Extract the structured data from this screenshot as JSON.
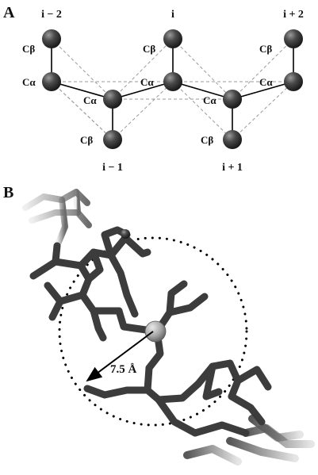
{
  "panel_a": {
    "label": "A",
    "indices": [
      "i − 2",
      "i",
      "i + 2",
      "i − 1",
      "i + 1"
    ],
    "atoms": {
      "cb": "Cβ",
      "ca": "Cα"
    }
  },
  "panel_b": {
    "label": "B",
    "distance": "7.5 Å"
  },
  "colors": {
    "atom_dark": "#2e2e2e",
    "atom_highlight": "#9a9a9a",
    "bond": "#000000",
    "dashed": "#9a9a9a",
    "stick": "#3a3a3a",
    "central_atom": "#a8a8a8"
  }
}
